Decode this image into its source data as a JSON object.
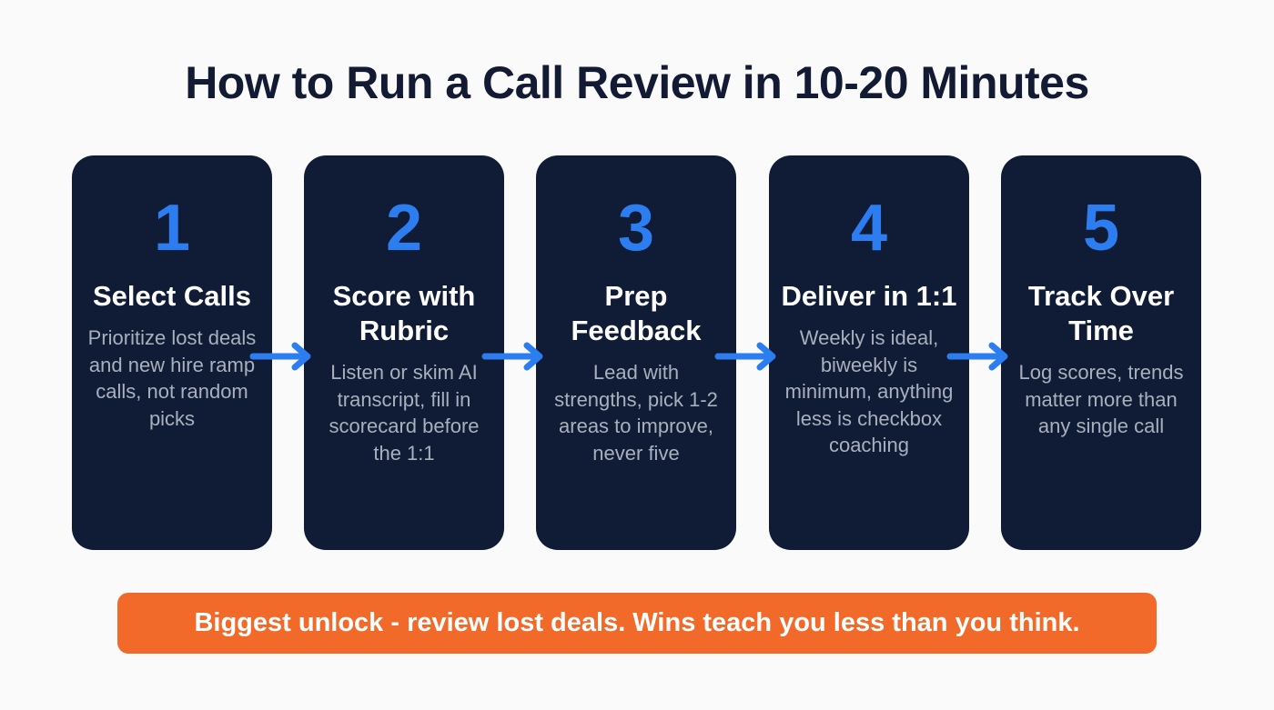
{
  "title": "How to Run a Call Review in 10-20 Minutes",
  "steps": [
    {
      "number": "1",
      "heading": "Select Calls",
      "description": "Prioritize lost deals and new hire ramp calls, not random picks"
    },
    {
      "number": "2",
      "heading": "Score with Rubric",
      "description": "Listen or skim AI transcript, fill in scorecard before the 1:1"
    },
    {
      "number": "3",
      "heading": "Prep Feedback",
      "description": "Lead with strengths, pick 1-2 areas to improve, never five"
    },
    {
      "number": "4",
      "heading": "Deliver in 1:1",
      "description": "Weekly is ideal, biweekly is minimum, anything less is checkbox coaching"
    },
    {
      "number": "5",
      "heading": "Track Over Time",
      "description": "Log scores, trends matter more than any single call"
    }
  ],
  "arrows": [
    "arrow-right-icon",
    "arrow-right-icon",
    "arrow-right-icon",
    "arrow-right-icon"
  ],
  "banner": "Biggest unlock - review lost deals. Wins teach you less than you think.",
  "colors": {
    "card_bg": "#101b35",
    "accent_blue": "#2b7df0",
    "banner_orange": "#f26a2a",
    "title_text": "#131a33",
    "description_text": "#a9b0bd"
  }
}
